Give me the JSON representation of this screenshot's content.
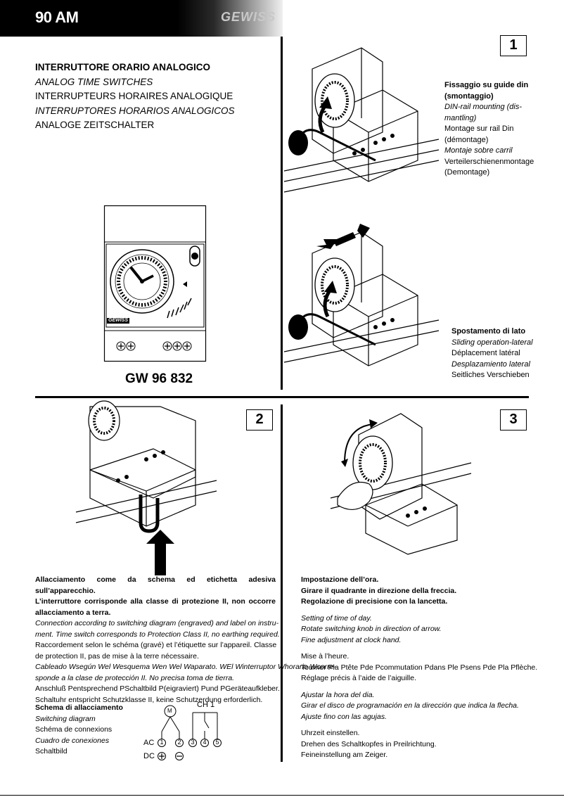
{
  "header": {
    "title": "90 AM",
    "brand": "GEWISS"
  },
  "titles": [
    {
      "text": "INTERRUTTORE ORARIO ANALOGICO",
      "style": "bold"
    },
    {
      "text": "ANALOG TIME SWITCHES",
      "style": "italic"
    },
    {
      "text": "INTERRUPTEURS HORAIRES ANALOGIQUE",
      "style": "normal"
    },
    {
      "text": "INTERRUPTORES HORARIOS ANALOGICOS",
      "style": "italic"
    },
    {
      "text": "ANALOGE ZEITSCHALTER",
      "style": "normal"
    }
  ],
  "model": "GW 96 832",
  "device_label": "GEWISS",
  "steps": {
    "s1": "1",
    "s2": "2",
    "s3": "3"
  },
  "step1_caption": [
    "Fissaggio su guide din",
    "(smontaggio)",
    "DIN-rail mounting (dis-",
    "mantling)",
    "Montage sur rail Din",
    "(démontage)",
    "Montaje sobre carril",
    "Verteilerschienenmontage",
    "(Demontage)"
  ],
  "sliding_caption": [
    "Spostamento di lato",
    "Sliding operation-lateral",
    "Déplacement latéral",
    "Desplazamiento lateral",
    "Seitliches Verschieben"
  ],
  "connection_text": {
    "it": [
      "Allacciamento come da schema ed etichetta adesiva sull’apparecchio.",
      "L’interruttore corrisponde alla classe di protezione II, non occorre",
      "allacciamento a terra."
    ],
    "en": [
      "Connection according to switching diagram (engraved) and label on instru-",
      "ment. Time switch corresponds to Protection Class II, no earthing required."
    ],
    "fr": [
      "Raccordement selon le schéma (gravé) et l’étiquette sur l’appareil. Classe",
      "de protection II, pas de mise à la terre nécessaire."
    ],
    "es": [
      "Cableado Wsegún Wel Wesquema Wen Wel Waparato. WEl Winterruptor Whorario Wcorre-",
      "sponde a la clase de protección II. No precisa toma de tierra."
    ],
    "de": [
      "Anschluß Pentsprechend PSchaltbild P(eigraviert) Pund PGeräteaufkleber.",
      "Schaltuhr entspricht Schutzklasse II, keine Schutzerdung erforderlich."
    ]
  },
  "schema": [
    "Schema di allacciamento",
    "Switching diagram",
    "Schéma de connexions",
    "Cuadro de conexiones",
    "Schaltbild"
  ],
  "diagram": {
    "motor": "M",
    "channel": "CH 1",
    "ac": "AC",
    "dc": "DC",
    "terminals": [
      "1",
      "2",
      "3",
      "4",
      "5"
    ],
    "plus": "+",
    "minus": "−"
  },
  "time_text": {
    "it": [
      "Impostazione dell’ora.",
      "Girare il quadrante in direzione della freccia.",
      "Regolazione di precisione con la lancetta."
    ],
    "en": [
      "Setting of time of day.",
      "Rotate switching knob in direction of arrow.",
      "Fine adjustment at clock hand."
    ],
    "fr": [
      "Mise à l’heure.",
      "Tourner Pla Ptête Pde Pcommutation Pdans Ple Psens Pde Pla Pflèche.",
      "Réglage précis à l’aide de l’aiguille."
    ],
    "es": [
      "Ajustar la hora del dia.",
      "Girar el disco de programación en la dirección que indica la flecha.",
      "Ajuste fino con las agujas."
    ],
    "de": [
      "Uhrzeit einstellen.",
      "Drehen des Schaltkopfes in Preilrichtung.",
      "Feineinstellung am Zeiger."
    ]
  }
}
